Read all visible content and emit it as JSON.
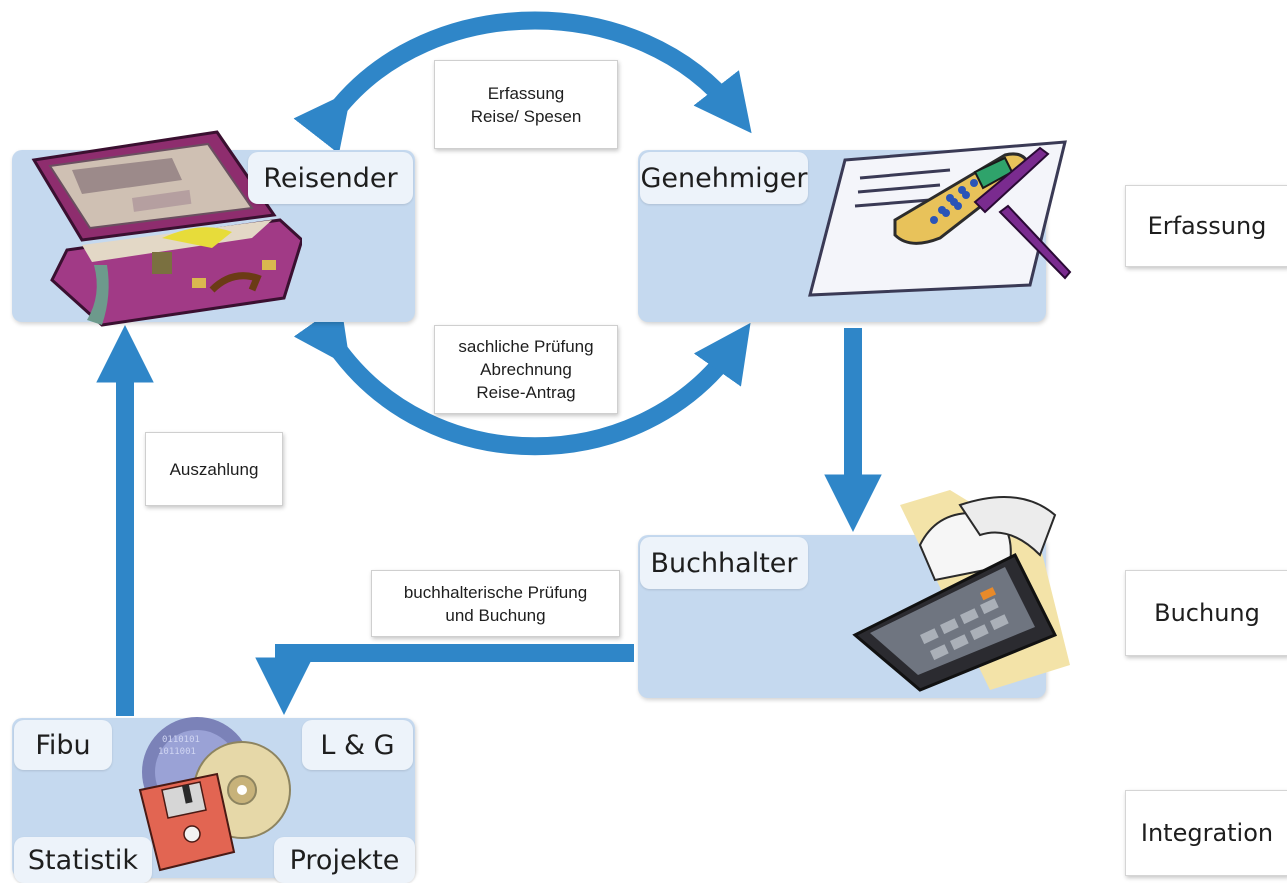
{
  "nodes": {
    "reisender": "Reisender",
    "genehmiger": "Genehmiger",
    "buchhalter": "Buchhalter",
    "fibu": "Fibu",
    "lg": "L & G",
    "statistik": "Statistik",
    "projekte": "Projekte"
  },
  "notes": {
    "top": [
      "Erfassung",
      "Reise/ Spesen"
    ],
    "middle": [
      "sachliche Prüfung",
      "Abrechnung",
      "Reise-Antrag"
    ],
    "left": "Auszahlung",
    "bottom": [
      "buchhalterische Prüfung",
      "und Buchung"
    ]
  },
  "phases": {
    "erfassung": "Erfassung",
    "buchung": "Buchung",
    "integration": "Integration"
  },
  "colors": {
    "arrow": "#2f86c8",
    "panel": "#c5d9ef",
    "tag": "#edf3fa"
  },
  "icons": [
    "briefcase-icon",
    "phone-document-icon",
    "calculator-icon",
    "disk-cd-icon"
  ]
}
